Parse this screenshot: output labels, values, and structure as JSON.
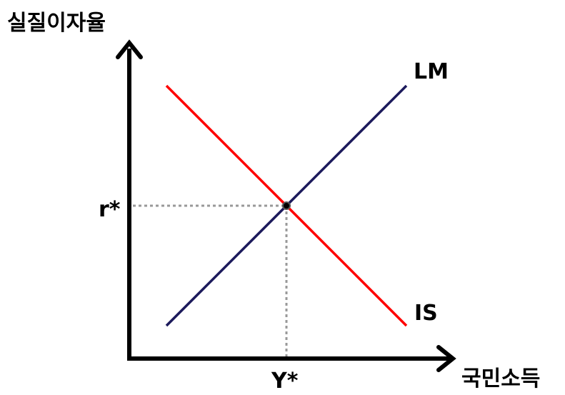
{
  "chart_data": {
    "type": "line",
    "y_axis_label": "실질이자율",
    "x_axis_label": "국민소득",
    "ylim": [
      0,
      1
    ],
    "xlim": [
      0,
      1
    ],
    "series": [
      {
        "name": "LM",
        "color": "#1c1a5c",
        "points": [
          [
            0.12,
            0.12
          ],
          [
            0.88,
            0.88
          ]
        ]
      },
      {
        "name": "IS",
        "color": "#ff0000",
        "points": [
          [
            0.12,
            0.88
          ],
          [
            0.88,
            0.12
          ]
        ]
      }
    ],
    "equilibrium": {
      "x": 0.5,
      "y": 0.5,
      "x_label": "Y*",
      "y_label": "r*"
    },
    "guide_color": "#999999"
  }
}
